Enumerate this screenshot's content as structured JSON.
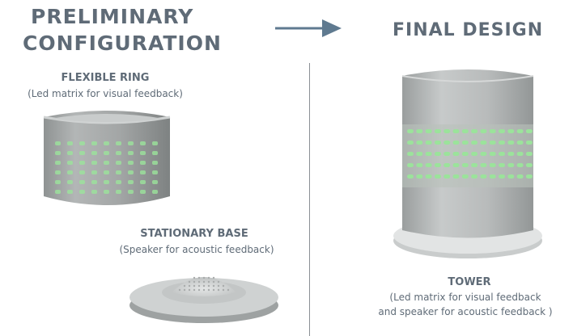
{
  "left": {
    "heading_line1": "PRELIMINARY",
    "heading_line2": "CONFIGURATION",
    "ring_title": "FLEXIBLE RING",
    "ring_desc": "(Led matrix for visual feedback)",
    "base_title": "STATIONARY BASE",
    "base_desc": "(Speaker for acoustic feedback)"
  },
  "right": {
    "heading": "FINAL DESIGN",
    "tower_title": "TOWER",
    "tower_desc_line1": "(Led matrix for visual feedback",
    "tower_desc_line2": "and speaker for acoustic feedback )"
  },
  "colors": {
    "text": "#5f6b77",
    "arrow": "#5f7a90",
    "led": "#9be39b",
    "device_gray": "#b9bcbc"
  }
}
